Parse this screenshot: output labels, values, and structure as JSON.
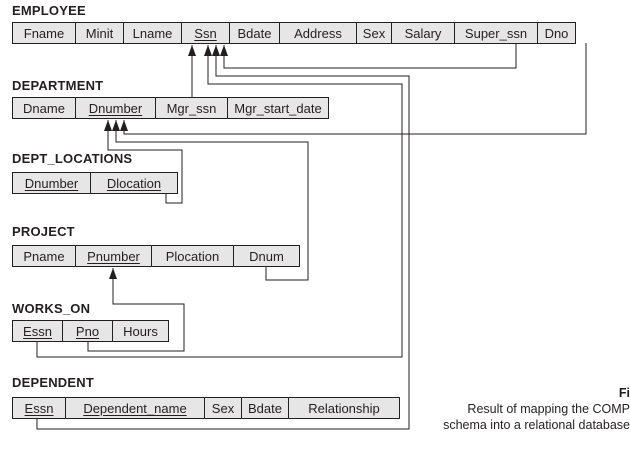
{
  "relations": {
    "employee": {
      "name": "EMPLOYEE",
      "attributes": [
        {
          "label": "Fname",
          "key": false
        },
        {
          "label": "Minit",
          "key": false
        },
        {
          "label": "Lname",
          "key": false
        },
        {
          "label": "Ssn",
          "key": true
        },
        {
          "label": "Bdate",
          "key": false
        },
        {
          "label": "Address",
          "key": false
        },
        {
          "label": "Sex",
          "key": false
        },
        {
          "label": "Salary",
          "key": false
        },
        {
          "label": "Super_ssn",
          "key": false
        },
        {
          "label": "Dno",
          "key": false
        }
      ]
    },
    "department": {
      "name": "DEPARTMENT",
      "attributes": [
        {
          "label": "Dname",
          "key": false
        },
        {
          "label": "Dnumber",
          "key": true
        },
        {
          "label": "Mgr_ssn",
          "key": false
        },
        {
          "label": "Mgr_start_date",
          "key": false
        }
      ]
    },
    "dept_locations": {
      "name": "DEPT_LOCATIONS",
      "attributes": [
        {
          "label": "Dnumber",
          "key": true
        },
        {
          "label": "Dlocation",
          "key": true
        }
      ]
    },
    "project": {
      "name": "PROJECT",
      "attributes": [
        {
          "label": "Pname",
          "key": false
        },
        {
          "label": "Pnumber",
          "key": true
        },
        {
          "label": "Plocation",
          "key": false
        },
        {
          "label": "Dnum",
          "key": false
        }
      ]
    },
    "works_on": {
      "name": "WORKS_ON",
      "attributes": [
        {
          "label": "Essn",
          "key": true
        },
        {
          "label": "Pno",
          "key": true
        },
        {
          "label": "Hours",
          "key": false
        }
      ]
    },
    "dependent": {
      "name": "DEPENDENT",
      "attributes": [
        {
          "label": "Essn",
          "key": true
        },
        {
          "label": "Dependent_name",
          "key": true
        },
        {
          "label": "Sex",
          "key": false
        },
        {
          "label": "Bdate",
          "key": false
        },
        {
          "label": "Relationship",
          "key": false
        }
      ]
    }
  },
  "caption": {
    "label": "Fi",
    "line1": "Result of mapping the COMP",
    "line2": "schema into a relational database"
  },
  "colors": {
    "cell_fill": "#e6e6e6",
    "line": "#231f20"
  }
}
